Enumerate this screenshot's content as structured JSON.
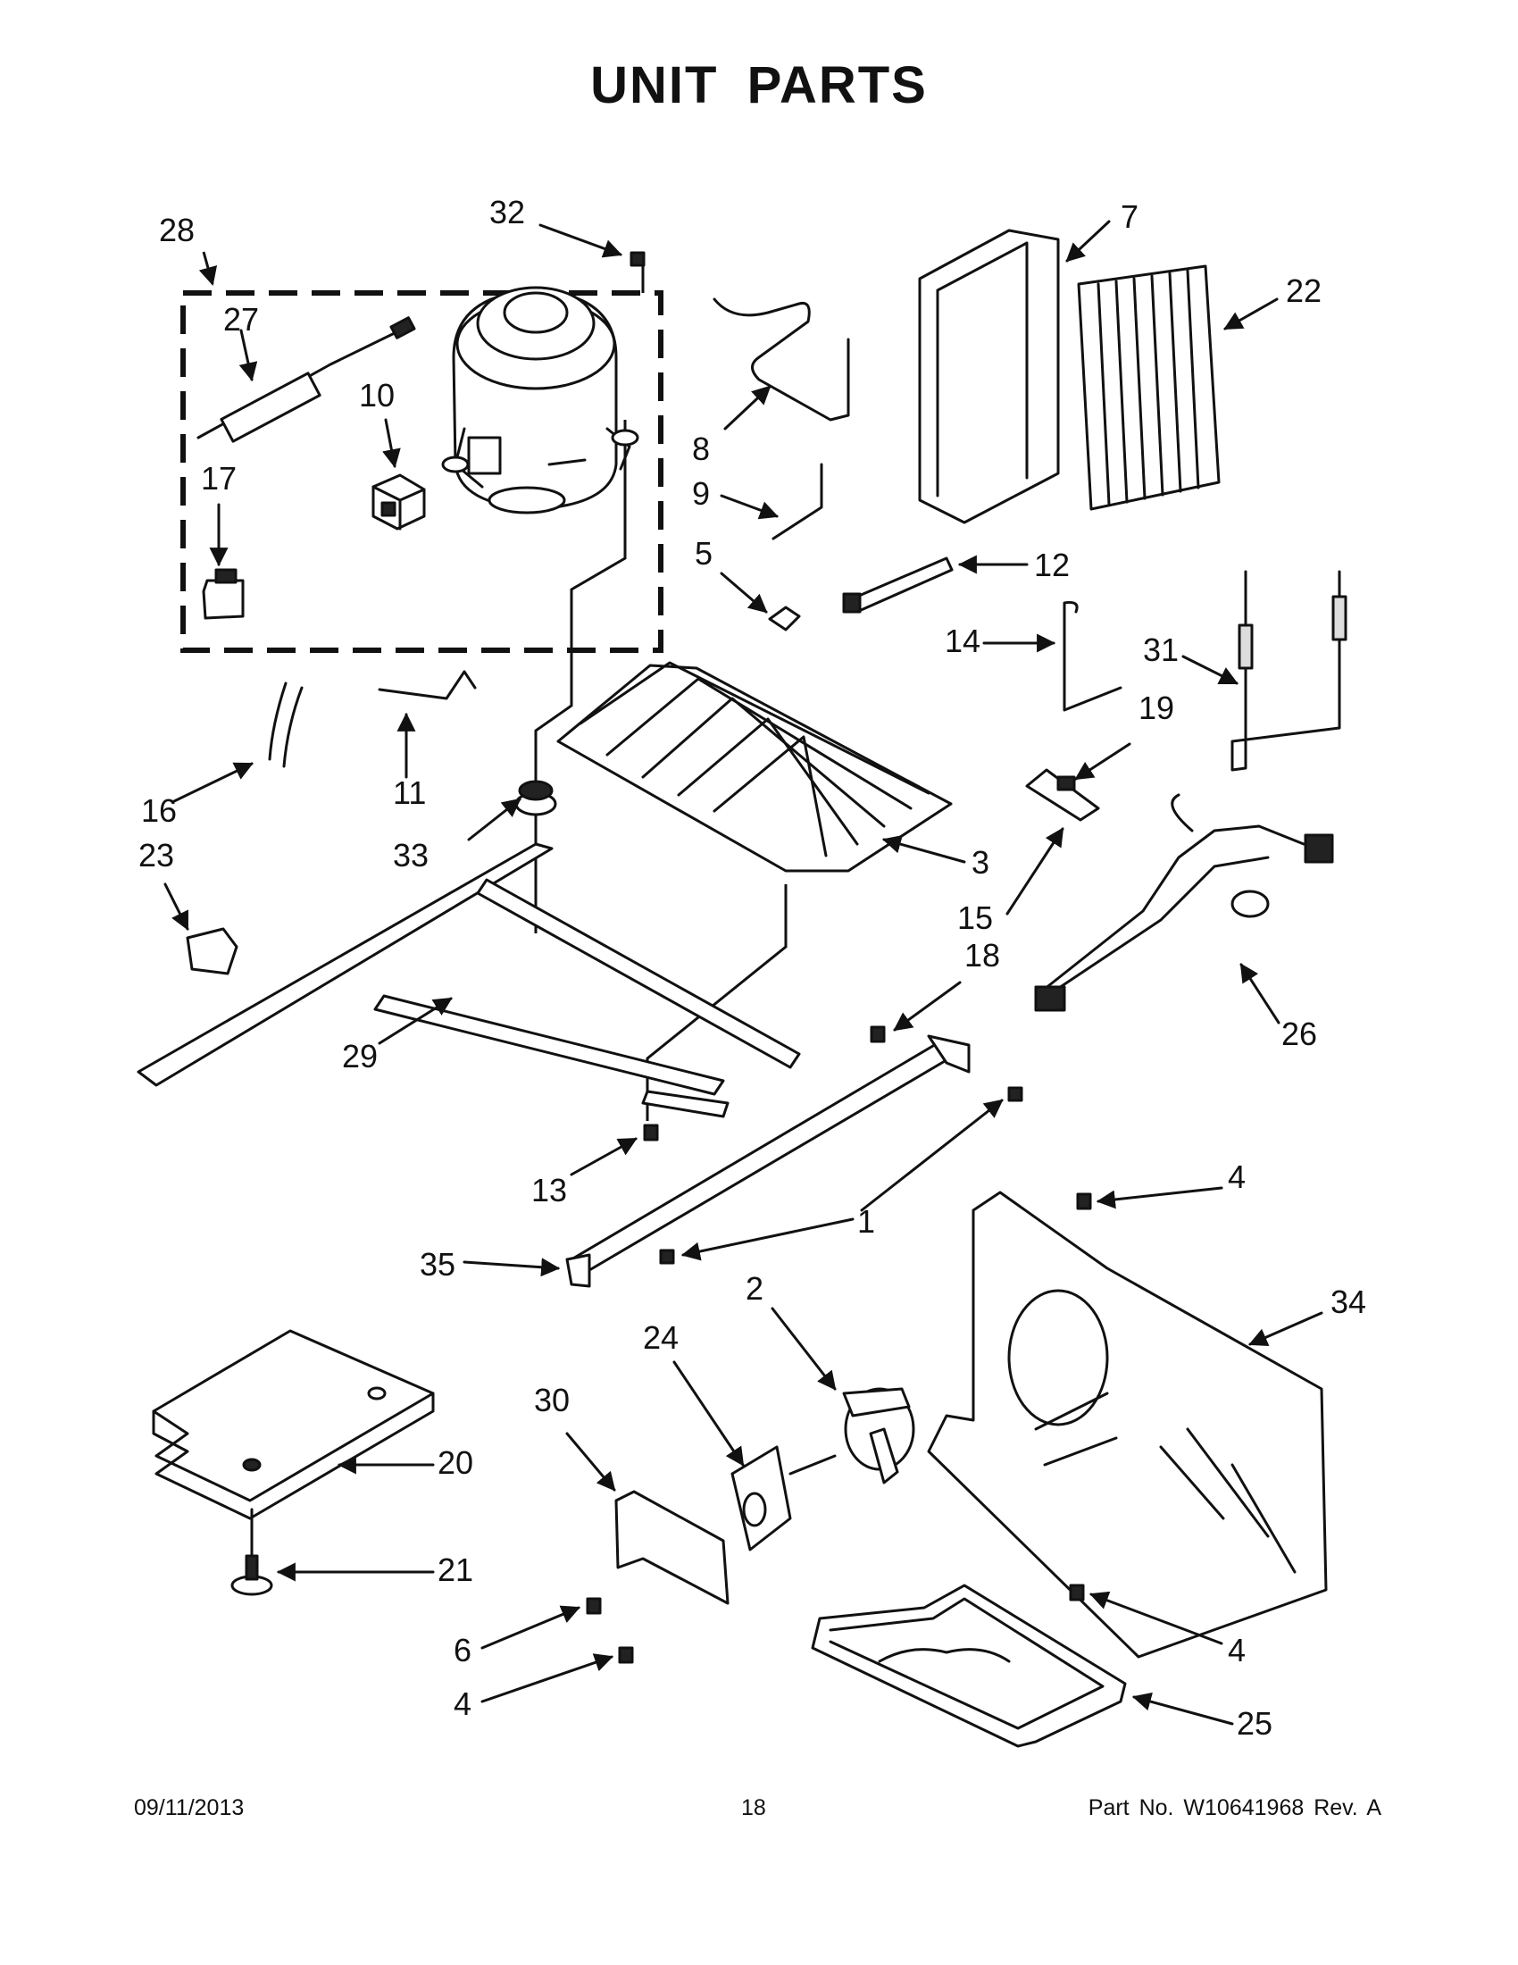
{
  "page_title": "UNIT PARTS",
  "callouts": [
    "1",
    "2",
    "3",
    "4",
    "4",
    "4",
    "5",
    "6",
    "7",
    "8",
    "9",
    "10",
    "11",
    "12",
    "13",
    "14",
    "15",
    "16",
    "17",
    "18",
    "19",
    "20",
    "21",
    "22",
    "23",
    "24",
    "25",
    "26",
    "27",
    "28",
    "29",
    "30",
    "31",
    "32",
    "33",
    "34",
    "35"
  ],
  "footer": {
    "date": "09/11/2013",
    "page": "18",
    "part_number": "Part No.  W10641968  Rev.  A"
  }
}
